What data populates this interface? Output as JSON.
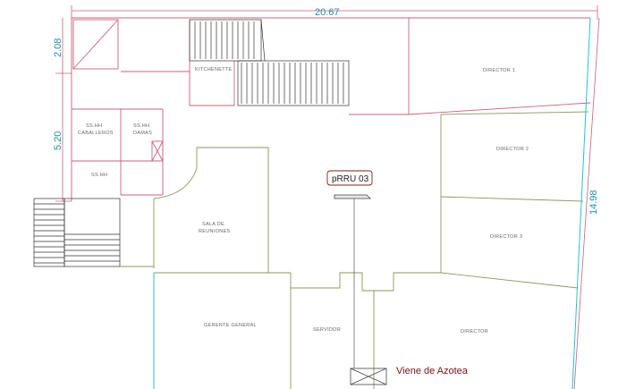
{
  "dimensions": {
    "top_width": "20.67",
    "left_upper": "2.08",
    "left_lower": "5.20",
    "right_height": "14.98"
  },
  "rooms": {
    "kitchenette": "KITCHENETTE",
    "director_1": "DIRECTOR 1",
    "director_2": "DIRECTOR 2",
    "director_3": "DIRECTOR 3",
    "director_4": "DIRECTOR",
    "sshh_caballeros_1": "SS.HH",
    "sshh_caballeros_2": "CABALLEROS",
    "sshh_damas_1": "SS.HH",
    "sshh_damas_2": "DAMAS",
    "sshh": "SS.HH",
    "sala_1": "SALA DE",
    "sala_2": "REUNIONES",
    "gerente": "GERENTE GENERAL",
    "servidor": "SERVIDOR"
  },
  "device": {
    "label": "pRRU 03"
  },
  "note": {
    "text": "Viene de Azotea"
  },
  "colors": {
    "wall_red": "#c8607a",
    "wall_green": "#8a9a5a",
    "wall_cyan": "#22c3d6",
    "wall_dark": "#333333",
    "dim_teal": "#1f8fa6",
    "device_box": "#7a1f1f",
    "note_text": "#7a1010"
  }
}
